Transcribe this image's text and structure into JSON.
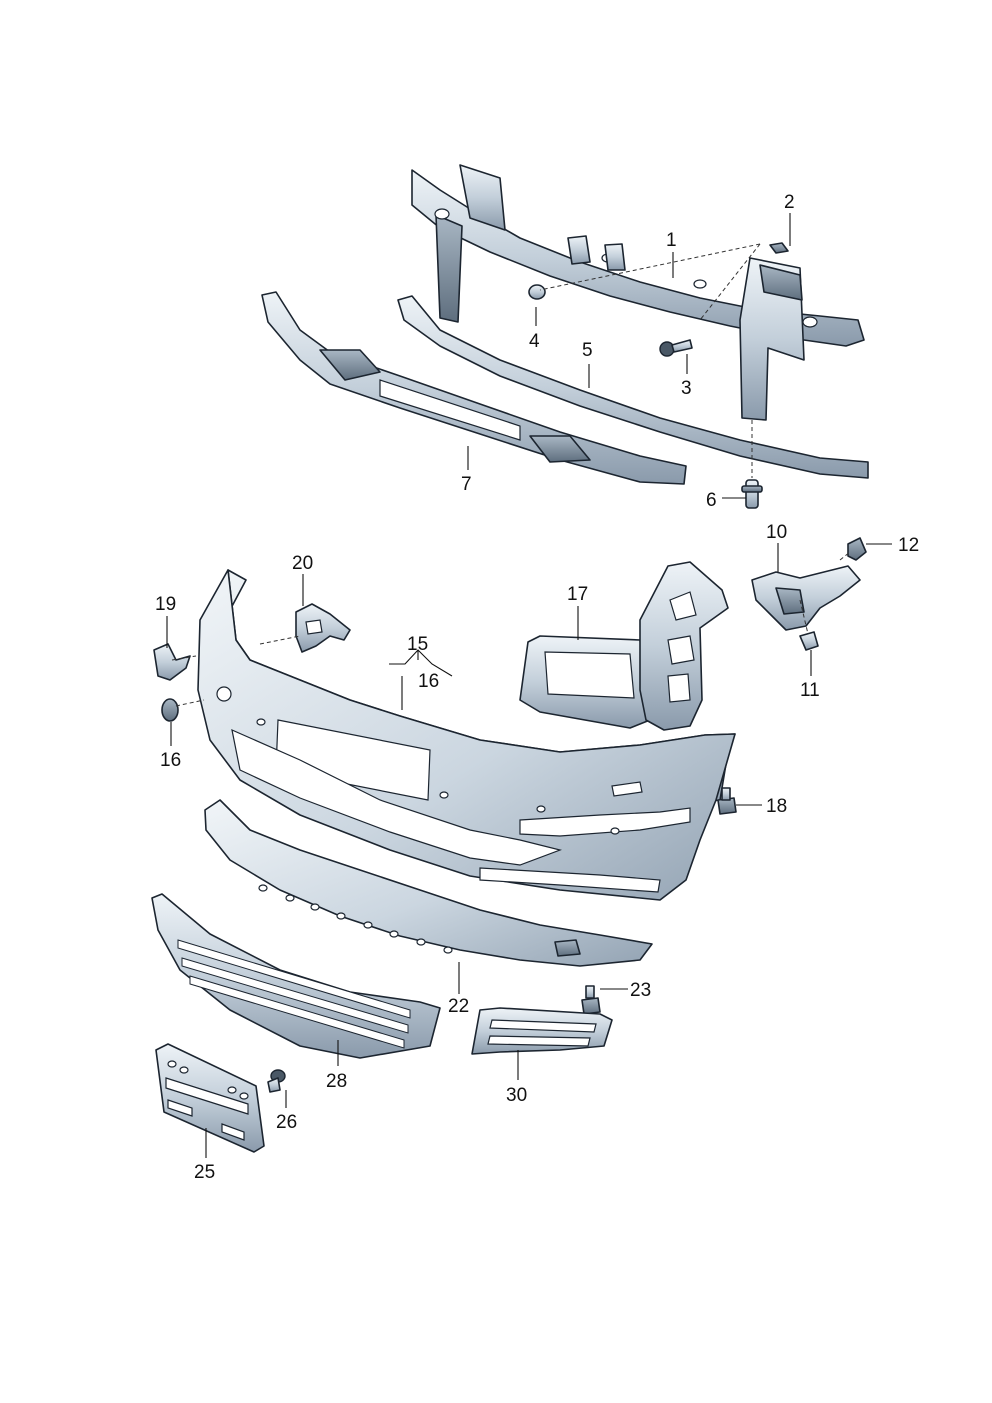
{
  "callouts": [
    {
      "id": "1",
      "label": "1"
    },
    {
      "id": "2",
      "label": "2"
    },
    {
      "id": "3",
      "label": "3"
    },
    {
      "id": "4",
      "label": "4"
    },
    {
      "id": "5",
      "label": "5"
    },
    {
      "id": "6",
      "label": "6"
    },
    {
      "id": "7",
      "label": "7"
    },
    {
      "id": "10",
      "label": "10"
    },
    {
      "id": "11",
      "label": "11"
    },
    {
      "id": "12",
      "label": "12"
    },
    {
      "id": "15",
      "label": "15"
    },
    {
      "id": "16a",
      "label": "16"
    },
    {
      "id": "16b",
      "label": "16"
    },
    {
      "id": "17",
      "label": "17"
    },
    {
      "id": "18",
      "label": "18"
    },
    {
      "id": "19",
      "label": "19"
    },
    {
      "id": "20",
      "label": "20"
    },
    {
      "id": "22",
      "label": "22"
    },
    {
      "id": "23",
      "label": "23"
    },
    {
      "id": "25",
      "label": "25"
    },
    {
      "id": "26",
      "label": "26"
    },
    {
      "id": "28",
      "label": "28"
    },
    {
      "id": "30",
      "label": "30"
    }
  ],
  "colors": {
    "part_light": "#e4ebf1",
    "part_mid": "#b9c6d2",
    "part_dark": "#8797a7",
    "outline": "#1c2530",
    "callout_text": "#111111"
  }
}
